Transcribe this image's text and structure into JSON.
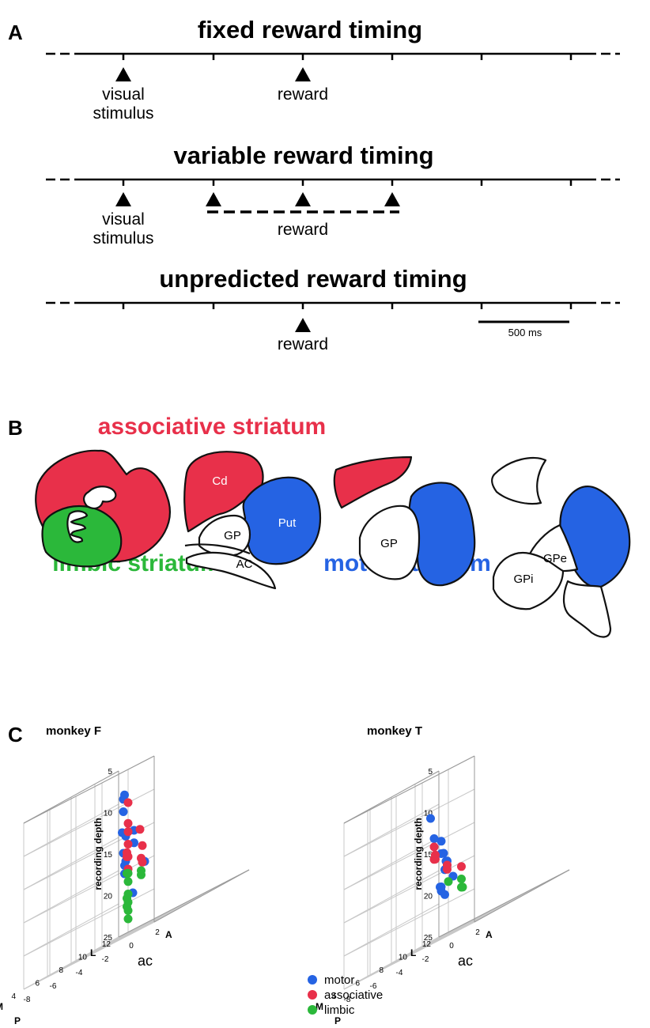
{
  "panel_a": {
    "letter": "A",
    "rows": [
      {
        "title": "fixed reward timing",
        "markers": [
          {
            "label_lines": [
              "visual",
              "stimulus"
            ]
          },
          {
            "label_lines": [
              "reward"
            ]
          }
        ]
      },
      {
        "title": "variable reward timing",
        "markers": [
          {
            "label_lines": [
              "visual",
              "stimulus"
            ]
          },
          {
            "label_lines": [
              "reward"
            ]
          }
        ]
      },
      {
        "title": "unpredicted reward timing",
        "markers": [
          {
            "label_lines": [
              "reward"
            ]
          }
        ]
      }
    ],
    "scale_bar": "500 ms"
  },
  "panel_b": {
    "letter": "B",
    "associative_label": "associative striatum",
    "limbic_label": "limbic striatum",
    "motor_label": "motor striatum",
    "structures": {
      "cd": "Cd",
      "put": "Put",
      "gp1": "GP",
      "ac": "AC",
      "gp2": "GP",
      "gpe": "GPe",
      "gpi": "GPi"
    },
    "colors": {
      "associative": "#e8304a",
      "limbic": "#2bb83a",
      "motor": "#2563e3"
    }
  },
  "panel_c": {
    "letter": "C",
    "z_axis_label": "recording depth",
    "lateral_end": "L",
    "medial_end": "M",
    "posterior_end": "P",
    "anterior_end": "A",
    "ac_label": "ac",
    "depth_ticks": [
      "5",
      "10",
      "15",
      "20",
      "25"
    ],
    "ml_ticks": [
      "12",
      "10",
      "8",
      "6",
      "4"
    ],
    "ap_ticks": [
      "-8",
      "-6",
      "-4",
      "-2",
      "0",
      "2"
    ],
    "legend": [
      {
        "label": "motor",
        "color": "#2563e3"
      },
      {
        "label": "associative",
        "color": "#e8304a"
      },
      {
        "label": "limbic",
        "color": "#2bb83a"
      }
    ]
  },
  "chart_data": [
    {
      "type": "scatter",
      "title": "monkey F",
      "zlabel": "recording depth",
      "zlim": [
        5,
        25
      ],
      "series": [
        {
          "name": "motor",
          "points": [
            {
              "x": 8,
              "y": -4,
              "depth": 8.5
            },
            {
              "x": 8,
              "y": -4,
              "depth": 10
            },
            {
              "x": 7,
              "y": -3,
              "depth": 8
            },
            {
              "x": 10,
              "y": -5,
              "depth": 13
            },
            {
              "x": 10,
              "y": -5,
              "depth": 14.5
            },
            {
              "x": 9,
              "y": -5,
              "depth": 12.5
            },
            {
              "x": 12,
              "y": -6,
              "depth": 17.5
            },
            {
              "x": 11,
              "y": -6,
              "depth": 20.5
            },
            {
              "x": 8,
              "y": -4,
              "depth": 15
            },
            {
              "x": 7,
              "y": -3,
              "depth": 16.5
            },
            {
              "x": 7,
              "y": -3,
              "depth": 17.5
            },
            {
              "x": 6,
              "y": -2,
              "depth": 13
            },
            {
              "x": 6,
              "y": -2,
              "depth": 16
            }
          ]
        },
        {
          "name": "associative",
          "points": [
            {
              "x": 4,
              "y": 0,
              "depth": 9
            },
            {
              "x": 4,
              "y": 0,
              "depth": 11.5
            },
            {
              "x": 4,
              "y": 0,
              "depth": 12.5
            },
            {
              "x": 4,
              "y": 0,
              "depth": 14
            },
            {
              "x": 4,
              "y": 0,
              "depth": 15.5
            },
            {
              "x": 4,
              "y": 0,
              "depth": 17
            },
            {
              "x": 5,
              "y": 0,
              "depth": 13
            },
            {
              "x": 5,
              "y": -1,
              "depth": 15
            },
            {
              "x": 5,
              "y": -1,
              "depth": 15.5
            },
            {
              "x": 4,
              "y": 1,
              "depth": 16.5
            },
            {
              "x": 3,
              "y": 2,
              "depth": 15
            },
            {
              "x": 3,
              "y": 2,
              "depth": 17
            }
          ]
        },
        {
          "name": "limbic",
          "points": [
            {
              "x": 5,
              "y": -1,
              "depth": 17.5
            },
            {
              "x": 4,
              "y": 0,
              "depth": 17.5
            },
            {
              "x": 4,
              "y": 0,
              "depth": 18.5
            },
            {
              "x": 4,
              "y": 0,
              "depth": 20
            },
            {
              "x": 4,
              "y": 0,
              "depth": 21
            },
            {
              "x": 4,
              "y": 0,
              "depth": 22
            },
            {
              "x": 4,
              "y": 0,
              "depth": 23
            },
            {
              "x": 5,
              "y": -1,
              "depth": 20.5
            },
            {
              "x": 5,
              "y": -1,
              "depth": 21.5
            },
            {
              "x": 4,
              "y": 1,
              "depth": 18
            },
            {
              "x": 4,
              "y": 1,
              "depth": 18.5
            }
          ]
        }
      ]
    },
    {
      "type": "scatter",
      "title": "monkey T",
      "zlabel": "recording depth",
      "zlim": [
        5,
        25
      ],
      "series": [
        {
          "name": "motor",
          "points": [
            {
              "x": 10,
              "y": -6,
              "depth": 13.5
            },
            {
              "x": 10,
              "y": -6,
              "depth": 15
            },
            {
              "x": 11,
              "y": -6,
              "depth": 18.5
            },
            {
              "x": 11,
              "y": -7,
              "depth": 19
            },
            {
              "x": 10,
              "y": -6,
              "depth": 19
            },
            {
              "x": 10,
              "y": -6,
              "depth": 19.5
            },
            {
              "x": 8,
              "y": -5,
              "depth": 10
            },
            {
              "x": 8,
              "y": -4,
              "depth": 15
            },
            {
              "x": 7,
              "y": -3,
              "depth": 17
            },
            {
              "x": 7,
              "y": -3,
              "depth": 20
            },
            {
              "x": 5,
              "y": -2,
              "depth": 12.5
            },
            {
              "x": 6,
              "y": -2,
              "depth": 16
            },
            {
              "x": 5,
              "y": -1,
              "depth": 16.5
            },
            {
              "x": 5,
              "y": -1,
              "depth": 16
            }
          ]
        },
        {
          "name": "associative",
          "points": [
            {
              "x": 5,
              "y": -2,
              "depth": 13.5
            },
            {
              "x": 5,
              "y": -2,
              "depth": 15
            },
            {
              "x": 4,
              "y": -1,
              "depth": 14.5
            },
            {
              "x": 4,
              "y": -1,
              "depth": 15
            },
            {
              "x": 5,
              "y": -1,
              "depth": 16.5
            },
            {
              "x": 5,
              "y": -1,
              "depth": 17
            },
            {
              "x": 4,
              "y": 1,
              "depth": 17.5
            }
          ]
        },
        {
          "name": "limbic",
          "points": [
            {
              "x": 4,
              "y": 0,
              "depth": 18.5
            },
            {
              "x": 4,
              "y": 1,
              "depth": 19
            },
            {
              "x": 4,
              "y": 1,
              "depth": 20
            },
            {
              "x": 3,
              "y": 2,
              "depth": 20
            }
          ]
        }
      ]
    }
  ]
}
